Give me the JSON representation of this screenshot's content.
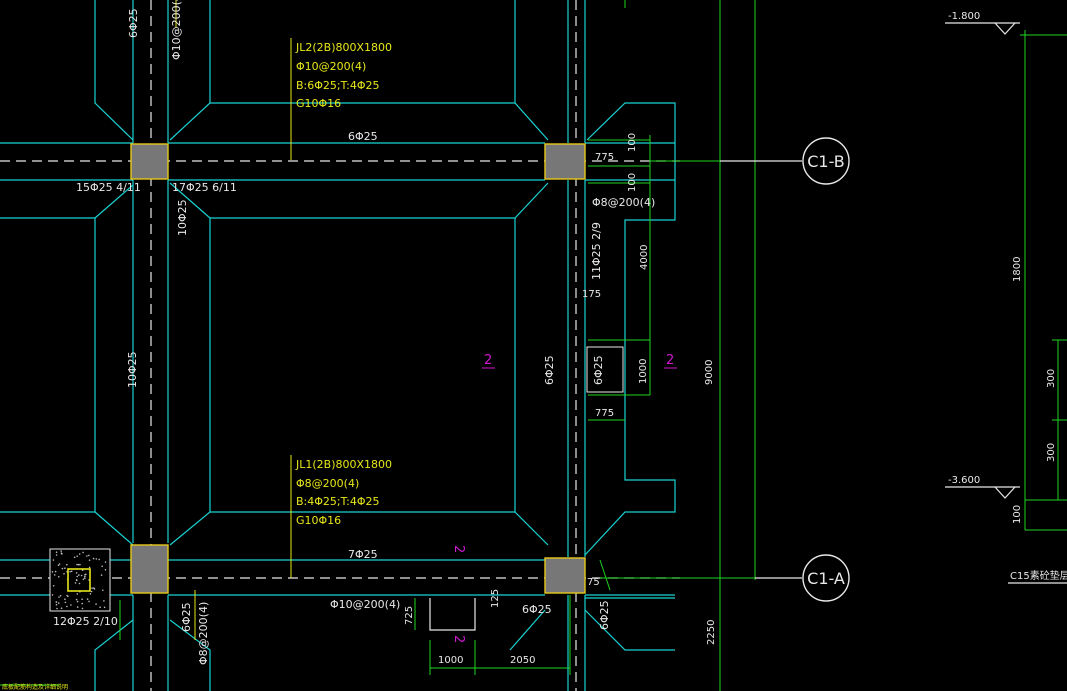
{
  "drawing": {
    "beam_jl2": {
      "name": "JL2(2B)800X1800",
      "stirrups": "Φ10@200(4)",
      "main_bars": "B:6Φ25;T:4Φ25",
      "side_bars": "G10Φ16"
    },
    "beam_jl1": {
      "name": "JL1(2B)800X1800",
      "stirrups": "Φ8@200(4)",
      "main_bars": "B:4Φ25;T:4Φ25",
      "side_bars": "G10Φ16"
    },
    "rebar_labels": {
      "top_beam_6phi25": "6Φ25",
      "left_15phi25": "15Φ25 4/11",
      "right_17phi25": "17Φ25 6/11",
      "left_col_10phi25_top": "10Φ25",
      "left_col_10phi25_mid": "10Φ25",
      "right_col_6phi25": "6Φ25",
      "top_col_6phi25": "6Φ25",
      "top_col_stirrup": "Φ10@200(4",
      "bottom_beam_7phi25": "7Φ25",
      "bottom_12phi25": "12Φ25 2/10",
      "bottom_stirrup_10": "Φ10@200(4)",
      "bottom_6phi25_left": "6Φ25",
      "bottom_stirrup_8": "Φ8@200(4)",
      "bottom_6phi25_mid": "6Φ25",
      "bottom_6phi25_right": "6Φ25",
      "right_stirrup_8": "Φ8@200(4)",
      "right_11phi25": "11Φ25 2/9",
      "box_6phi25": "6Φ25"
    },
    "dimensions": {
      "d775_top": "775",
      "d100_a": "100",
      "d100_b": "100",
      "d4000": "4000",
      "d175": "175",
      "d1000_right": "1000",
      "d775_mid": "775",
      "d9000": "9000",
      "d75": "75",
      "d725": "725",
      "d125": "125",
      "d1000_bottom": "1000",
      "d2050": "2050",
      "d2250": "2250"
    },
    "section_marks": {
      "mid": "2",
      "right": "2",
      "lower": "2",
      "bottom": "2"
    },
    "axes": {
      "top": "C1-B",
      "bottom": "C1-A"
    },
    "section": {
      "level_top": "-1.800",
      "level_bottom": "-3.600",
      "dim_1800": "1800",
      "dim_300_a": "300",
      "dim_300_b": "300",
      "dim_100": "100",
      "note": "C15素砼垫层"
    },
    "bottom_note": "底板配筋构造及详细说明"
  }
}
